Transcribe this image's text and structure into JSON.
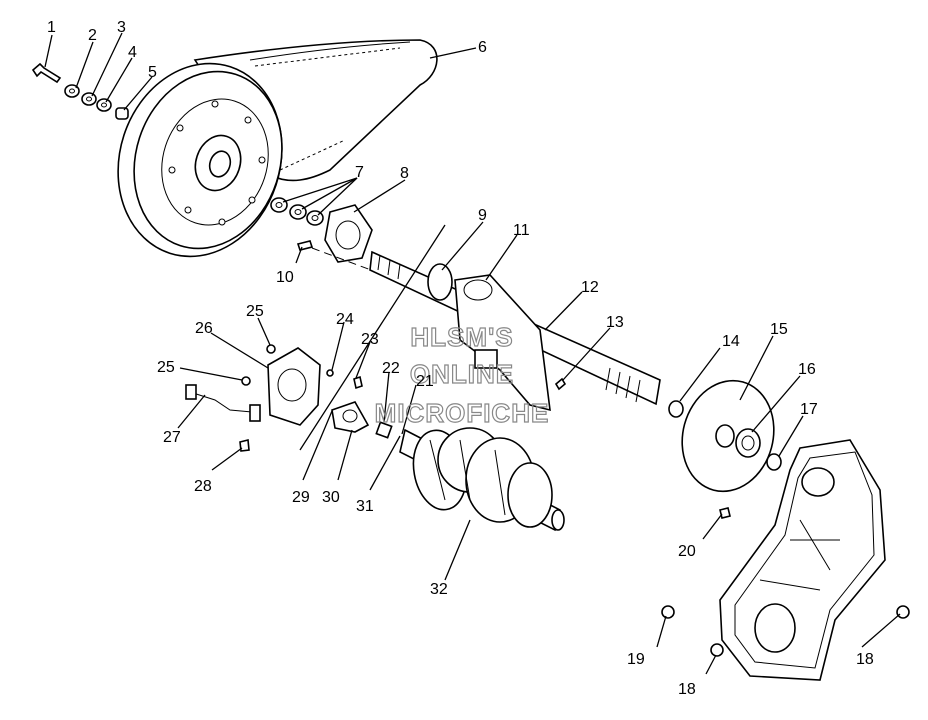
{
  "diagram": {
    "watermark": [
      "HLSM'S",
      "ONLINE",
      "MICROFICHE"
    ],
    "callouts": [
      "1",
      "2",
      "3",
      "4",
      "5",
      "6",
      "7",
      "8",
      "9",
      "10",
      "11",
      "12",
      "13",
      "14",
      "15",
      "16",
      "17",
      "18",
      "18",
      "19",
      "20",
      "21",
      "22",
      "23",
      "24",
      "25",
      "25",
      "26",
      "27",
      "28",
      "29",
      "30",
      "31",
      "32"
    ]
  }
}
